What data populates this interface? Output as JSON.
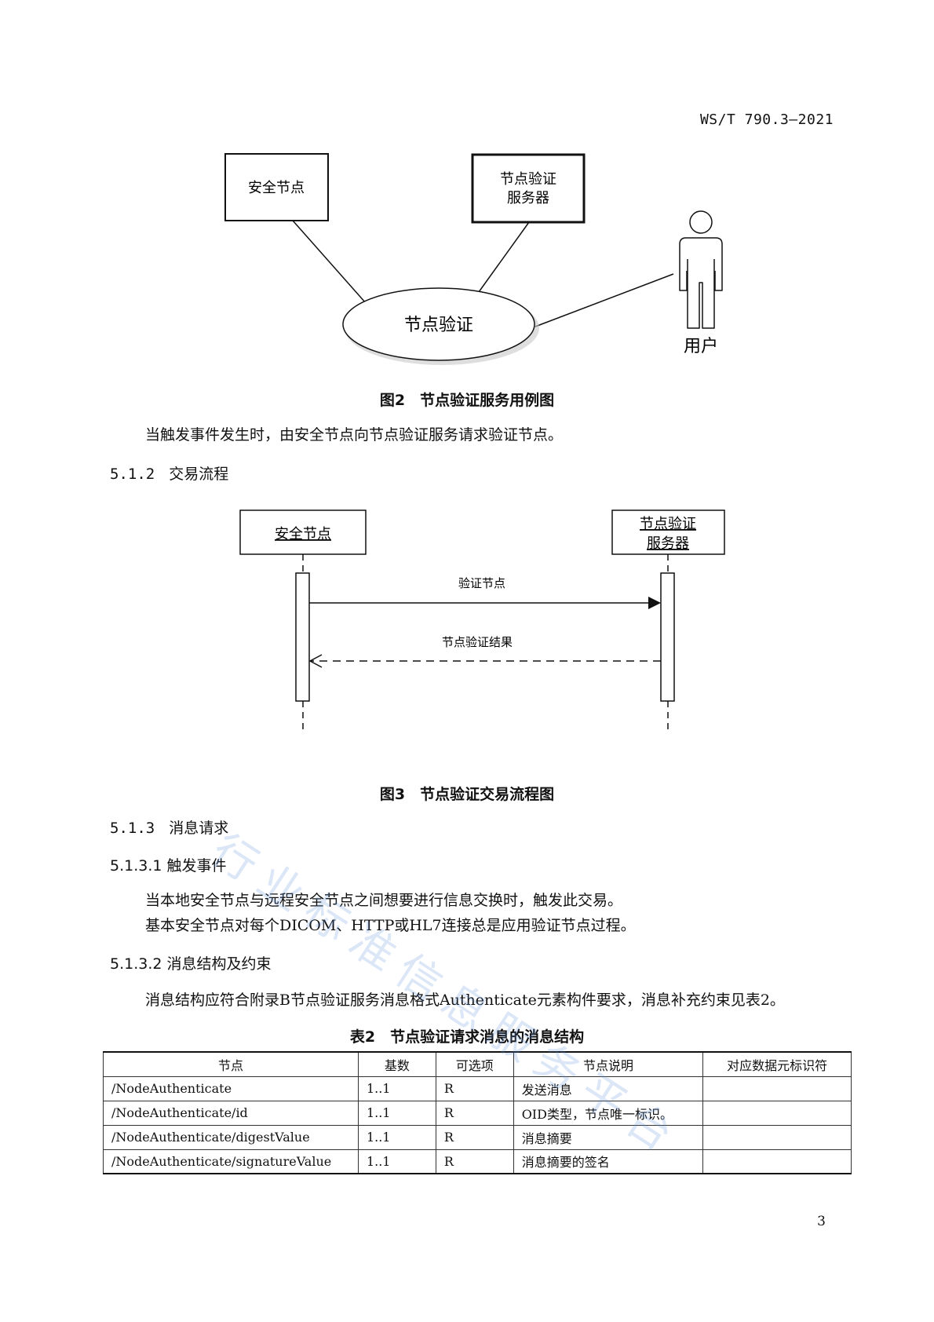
{
  "header": {
    "std_number": "WS/T 790.3—2021"
  },
  "fig2": {
    "box_secure_node": "安全节点",
    "box_server_line1": "节点验证",
    "box_server_line2": "服务器",
    "usecase": "节点验证",
    "actor": "用户",
    "caption": "图2　节点验证服务用例图"
  },
  "para_trigger_fig2": "当触发事件发生时，由安全节点向节点验证服务请求验证节点。",
  "sec_512": {
    "num": "5.1.2",
    "title": "交易流程"
  },
  "fig3": {
    "participant_left": "安全节点",
    "participant_right_line1": "节点验证",
    "participant_right_line2": "服务器",
    "msg_request": "验证节点",
    "msg_response": "节点验证结果",
    "caption": "图3　节点验证交易流程图"
  },
  "sec_513": {
    "num": "5.1.3",
    "title": "消息请求"
  },
  "sec_5131": {
    "title": "5.1.3.1 触发事件"
  },
  "para_5131_line1": "当本地安全节点与远程安全节点之间想要进行信息交换时，触发此交易。",
  "para_5131_line2": "基本安全节点对每个DICOM、HTTP或HL7连接总是应用验证节点过程。",
  "sec_5132": {
    "title": "5.1.3.2 消息结构及约束"
  },
  "para_5132": "消息结构应符合附录B节点验证服务消息格式Authenticate元素构件要求，消息补充约束见表2。",
  "table2": {
    "caption": "表2　节点验证请求消息的消息结构",
    "headers": [
      "节点",
      "基数",
      "可选项",
      "节点说明",
      "对应数据元标识符"
    ],
    "rows": [
      [
        "/NodeAuthenticate",
        "1..1",
        "R",
        "发送消息",
        ""
      ],
      [
        "/NodeAuthenticate/id",
        "1..1",
        "R",
        "OID类型，节点唯一标识。",
        ""
      ],
      [
        "/NodeAuthenticate/digestValue",
        "1..1",
        "R",
        "消息摘要",
        ""
      ],
      [
        "/NodeAuthenticate/signatureValue",
        "1..1",
        "R",
        "消息摘要的签名",
        ""
      ]
    ]
  },
  "watermark": "行业标准信息服务平台",
  "page_number": "3"
}
